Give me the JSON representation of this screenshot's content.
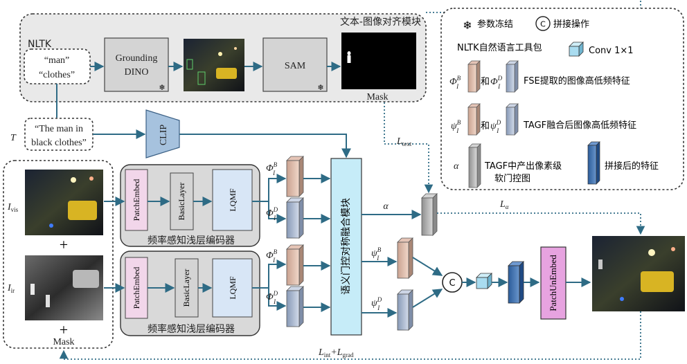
{
  "text_align": {
    "title": "文本-图像对齐模块",
    "nltk_label": "NLTK",
    "word1": "“man”",
    "word2": "“clothes”",
    "grounding1": "Grounding",
    "grounding2": "DINO",
    "sam": "SAM",
    "mask": "Mask"
  },
  "text_input": {
    "T": "T",
    "line1": "“The man in",
    "line2": "black clothes”",
    "clip": "CLIP"
  },
  "inputs": {
    "plus": "+",
    "mask": "Mask"
  },
  "encoder": {
    "patch_embed": "PatchEmbed",
    "basic_layer": "BasicLayer",
    "lqmf": "LQMF",
    "caption": "频率感知浅层编码器"
  },
  "fusion": {
    "label": "语义门控对称融合模块",
    "alpha": "α",
    "concat": "C",
    "patch_unembed": "PatchUnEmbed"
  },
  "legend": {
    "freeze": "参数冻结",
    "concat_symbol": "C",
    "concat": "拼接操作",
    "nltk": "NLTK自然语言工具包",
    "conv": "Conv 1×1",
    "fse": "FSE提取的图像高低频特征",
    "tagf": "TAGF融合后图像高低频特征",
    "alpha": "α",
    "alpha_line1": "TAGF中产出像素级",
    "alpha_line2": "软门控图",
    "concat_feat": "拼接后的特征",
    "and": "和"
  },
  "losses": {
    "l_text": "L",
    "l_text_sub": "text",
    "l_alpha": "L",
    "l_alpha_sub": "α",
    "l_int": "L",
    "l_int_sub": "int",
    "l_plus": "+L",
    "l_grad_sub": "grad"
  },
  "colors": {
    "accent": "#2e6b85",
    "pink": "#f2d6ea",
    "blue_box": "#d8e6f6",
    "gray_box": "#d4d4d4",
    "fusion": "#c6ecf8",
    "unembed": "#e7a3e0"
  }
}
